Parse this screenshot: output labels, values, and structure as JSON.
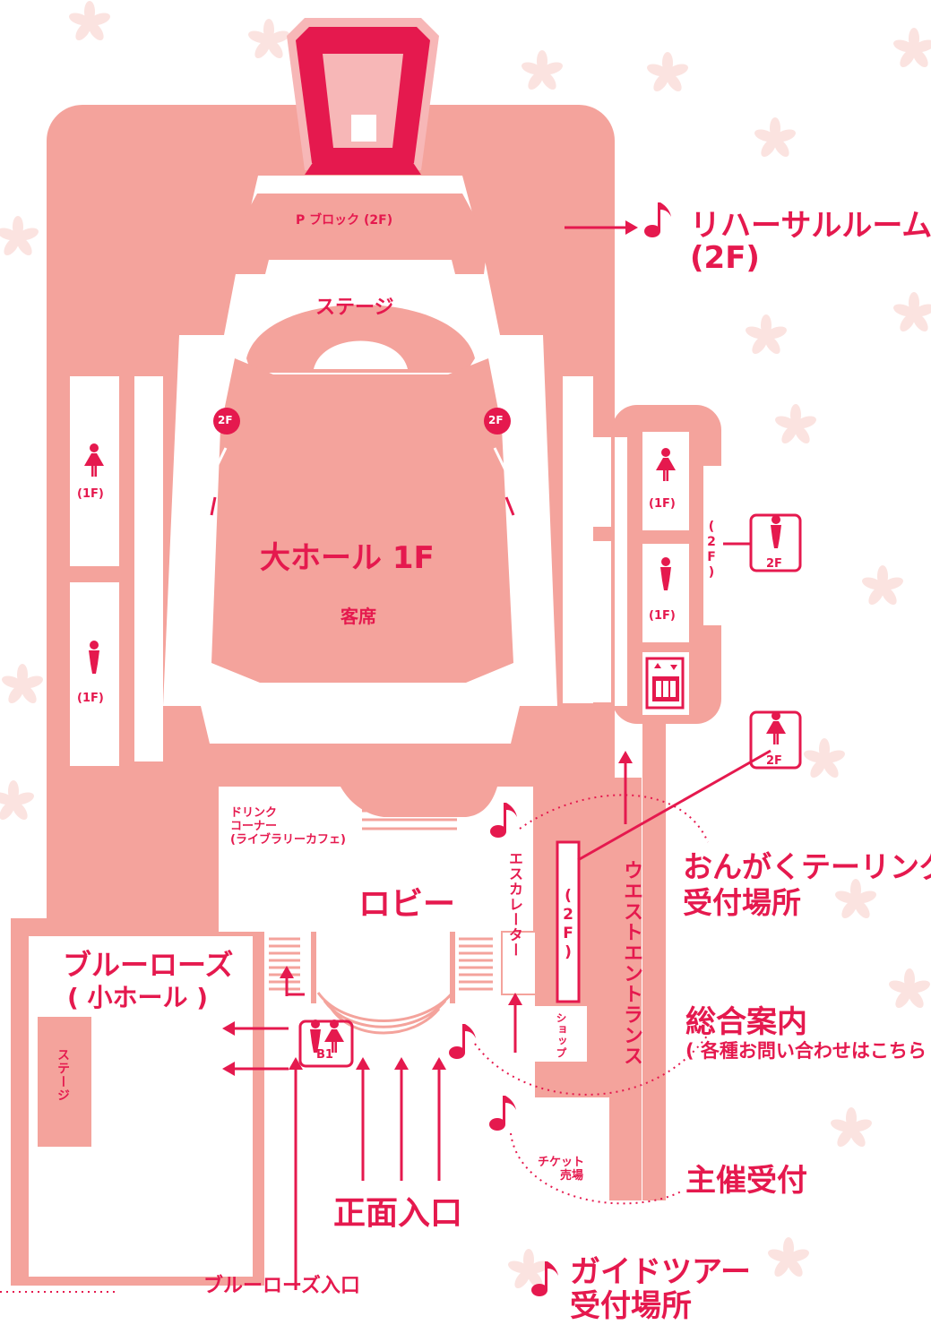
{
  "colors": {
    "wall": "#f4a39c",
    "accent": "#e5194e",
    "petal": "#fbe3e0",
    "bg": "#ffffff"
  },
  "icons": [
    "cherry-blossom-icon",
    "music-note-icon",
    "womens-restroom-icon",
    "mens-restroom-icon",
    "elevator-icon",
    "up-arrow-icon",
    "left-arrow-icon",
    "right-arrow-icon",
    "pipe-organ-icon",
    "stairs-icon"
  ],
  "map": {
    "p_block": "P ブロック (2F)",
    "stage": "ステージ",
    "main_hall": "大ホール 1F",
    "seats": "客席",
    "floor_2f_badge": "2F",
    "restroom_1f": "(1F)",
    "restroom_2f": "2F",
    "restroom_b1": "B1",
    "drink_corner": [
      "ドリンク",
      "コーナー",
      "(ライブラリーカフェ)"
    ],
    "lobby": "ロビー",
    "escalator": "エスカレーター",
    "second_floor_v": "(2F)",
    "west_entrance": "ウエストエントランス",
    "shop": "ショップ",
    "ticket": [
      "チケット",
      "売場"
    ],
    "blue_rose_small_hall": [
      "ブルーローズ",
      "( 小ホール )"
    ],
    "blue_rose_stage": "ステージ",
    "main_entrance": "正面入口",
    "blue_rose_entrance": "ブルーローズ入口"
  },
  "callouts": {
    "rehearsal_room": [
      "リハーサルルーム",
      "(2F)"
    ],
    "ongaku_reception": [
      "おんがくテーリング",
      "受付場所"
    ],
    "general_info": "総合案内",
    "general_info_sub": "( 各種お問い合わせはこちら )",
    "organizer_reception": "主催受付",
    "guide_tour": "ガイドツアー",
    "guide_tour_2": "受付場所"
  }
}
